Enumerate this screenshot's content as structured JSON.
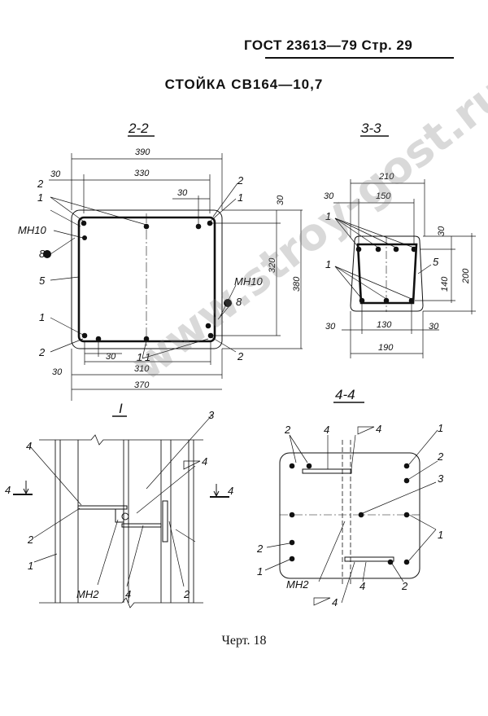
{
  "header": {
    "doc_ref": "ГОСТ 23613—79 Стр. 29"
  },
  "title": "СТОЙКА СВ164—10,7",
  "caption": "Черт. 18",
  "watermark": "www.stroy-gost.ru",
  "sections": {
    "s22": {
      "name": "2-2",
      "dims": {
        "d390": "390",
        "d330": "330",
        "d30a": "30",
        "d30b": "30",
        "d30c": "30",
        "d320": "320",
        "d380": "380",
        "d30d": "30",
        "d310": "310",
        "d30e": "30",
        "d370": "370"
      },
      "labels": {
        "l2a": "2",
        "l1a": "1",
        "l1b": "1",
        "l2b": "2",
        "mh10a": "МН10",
        "l8a": "8",
        "l5": "5",
        "mh10b": "МН10",
        "l8b": "8",
        "l1c": "1",
        "l2c": "2",
        "l1d": "1",
        "l1e": "1",
        "l2d": "2"
      }
    },
    "s33": {
      "name": "3-3",
      "dims": {
        "d210": "210",
        "d30a": "30",
        "d150": "150",
        "d30b": "30",
        "d200": "200",
        "d140": "140",
        "d30c": "30",
        "d130": "130",
        "d30d": "30",
        "d190": "190"
      },
      "labels": {
        "l1a": "1",
        "l1b": "1",
        "l5": "5"
      }
    },
    "sI": {
      "name": "I",
      "labels": {
        "l4a": "4",
        "arrow4l": "4",
        "arrow4r": "4",
        "l2": "2",
        "l1": "1",
        "mh2": "МН2",
        "l4b": "4",
        "l2b": "2",
        "l3": "3",
        "weld4": "4"
      }
    },
    "s44": {
      "name": "4-4",
      "labels": {
        "l2a": "2",
        "l4a": "4",
        "weld4a": "4",
        "l1a": "1",
        "l2b": "2",
        "l3": "3",
        "l1b": "1",
        "l2c": "2",
        "l1c": "1",
        "mh2": "МН2",
        "weld4b": "4",
        "l4b": "4",
        "l2d": "2"
      }
    }
  }
}
